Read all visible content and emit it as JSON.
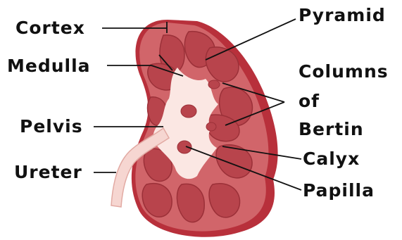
{
  "labels": {
    "cortex": "Cortex",
    "medulla": "Medulla",
    "pelvis": "Pelvis",
    "ureter": "Ureter",
    "pyramid": "Pyramid",
    "columns_line1": "Columns",
    "columns_line2": "of",
    "columns_line3": "Bertin",
    "calyx": "Calyx",
    "papilla": "Papilla"
  },
  "colors": {
    "capsule": "#b8303b",
    "cortex": "#d1656a",
    "pyramid": "#b8444c",
    "pelvis": "#fbe7e3",
    "ureter": "#f6d6d1",
    "line": "#111111"
  }
}
